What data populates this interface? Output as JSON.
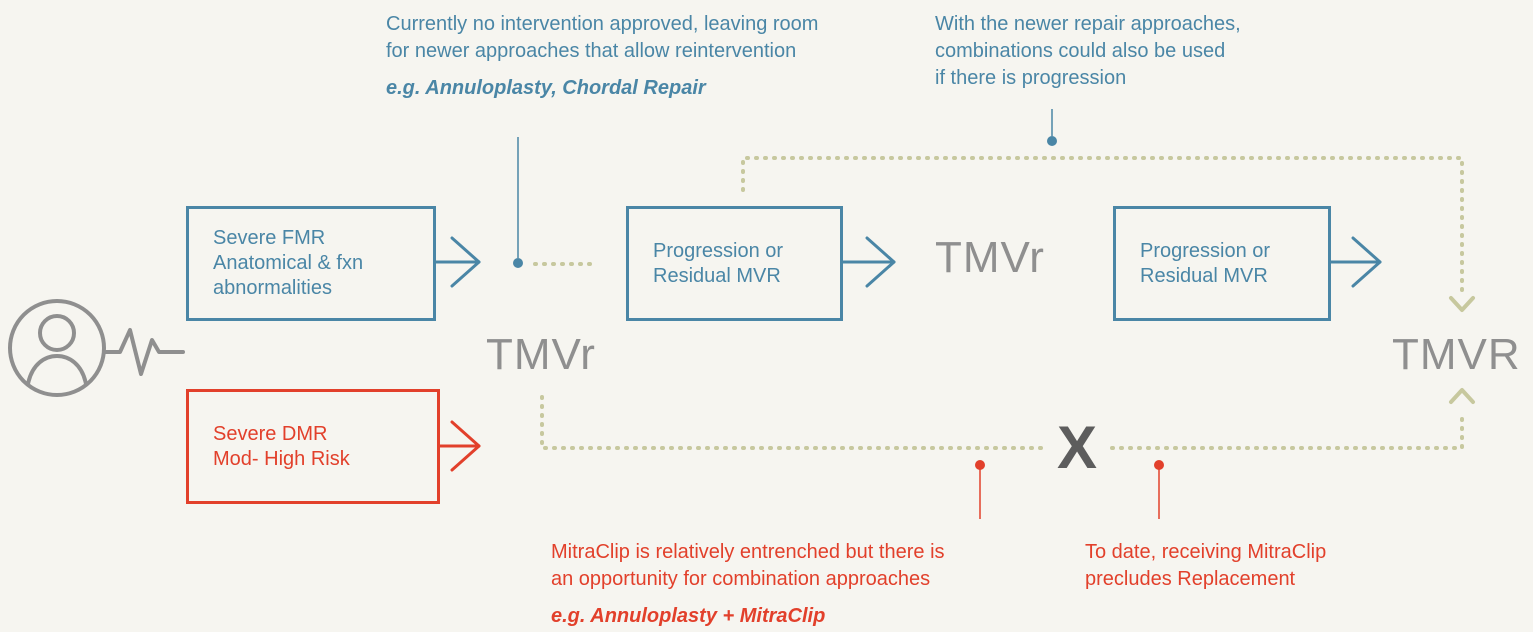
{
  "colors": {
    "blue": "#4a86a6",
    "red": "#e2402b",
    "dotted": "#c7c89e",
    "gray": "#8f8f8f"
  },
  "icons": {
    "patient": "person-heartbeat-icon",
    "arrow": "chevron-arrow-icon"
  },
  "notes": {
    "top_left": {
      "line1": "Currently no intervention approved, leaving room",
      "line2": "for newer approaches that allow reintervention",
      "example": "e.g. Annuloplasty, Chordal Repair"
    },
    "top_right": {
      "line1": "With the newer repair approaches,",
      "line2": "combinations could also be used",
      "line3": "if there is progression"
    },
    "bottom_left": {
      "line1": "MitraClip is relatively entrenched but there is",
      "line2": "an opportunity for combination approaches",
      "example": "e.g. Annuloplasty + MitraClip"
    },
    "bottom_right": {
      "line1": "To date, receiving MitraClip",
      "line2": "precludes Replacement"
    }
  },
  "boxes": {
    "fmr": {
      "line1": "Severe FMR",
      "line2": "Anatomical & fxn",
      "line3": "abnormalities"
    },
    "dmr": {
      "line1": "Severe DMR",
      "line2": "Mod- High Risk"
    },
    "progression1": {
      "line1": "Progression or",
      "line2": "Residual MVR"
    },
    "progression2": {
      "line1": "Progression or",
      "line2": "Residual MVR"
    }
  },
  "labels": {
    "tmvr_repair_1": "TMVr",
    "tmvr_repair_2": "TMVr",
    "tmvr_replacement": "TMVR",
    "blocked": "X"
  }
}
